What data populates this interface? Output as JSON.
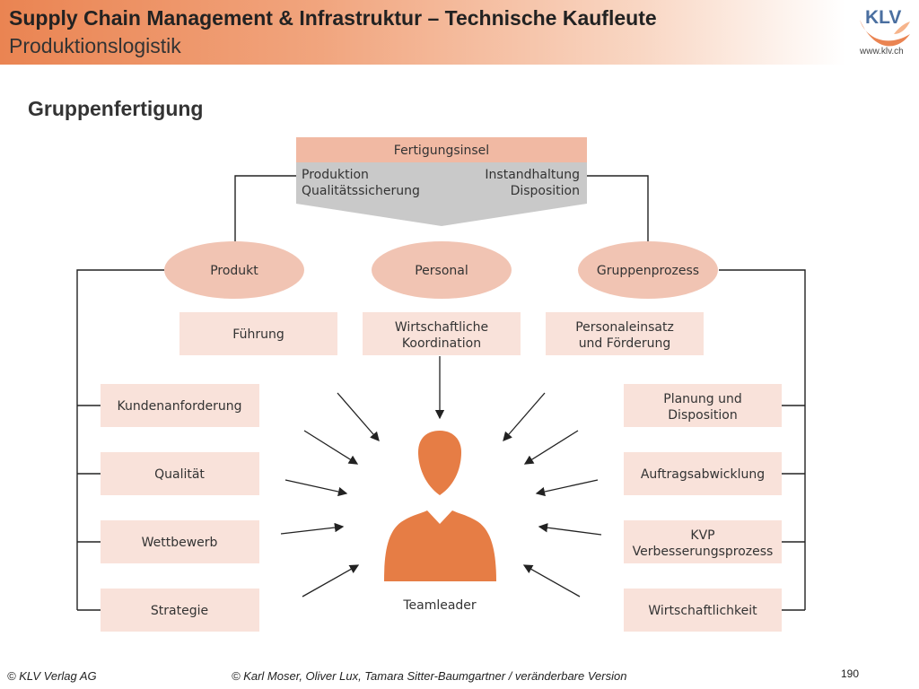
{
  "header": {
    "title": "Supply Chain Management & Infrastruktur – Technische Kaufleute",
    "subtitle": "Produktionslogistik",
    "logo_text": "KLV",
    "logo_url": "www.klv.ch"
  },
  "section_title": "Gruppenfertigung",
  "diagram": {
    "top_header": "Fertigungsinsel",
    "top_left": [
      "Produktion",
      "Qualitätssicherung"
    ],
    "top_right": [
      "Instandhaltung",
      "Disposition"
    ],
    "ellipses": [
      "Produkt",
      "Personal",
      "Gruppenprozess"
    ],
    "middle_boxes": [
      [
        "Führung"
      ],
      [
        "Wirtschaftliche",
        "Koordination"
      ],
      [
        "Personaleinsatz",
        "und Förderung"
      ]
    ],
    "left_boxes": [
      [
        "Kundenanforderung"
      ],
      [
        "Qualität"
      ],
      [
        "Wettbewerb"
      ],
      [
        "Strategie"
      ]
    ],
    "right_boxes": [
      [
        "Planung und",
        "Disposition"
      ],
      [
        "Auftragsabwicklung"
      ],
      [
        "KVP",
        "Verbesserungsprozess"
      ],
      [
        "Wirtschaftlichkeit"
      ]
    ],
    "center_label": "Teamleader"
  },
  "colors": {
    "header_accent": "#ea8452",
    "header_box": "#f1b9a3",
    "grey_panel": "#c9c9c9",
    "ellipse": "#f1c4b3",
    "box": "#f9e2da",
    "person": "#e67d45"
  },
  "footer": {
    "left": "© KLV Verlag AG",
    "center": "© Karl Moser, Oliver Lux, Tamara Sitter-Baumgartner / veränderbare Version",
    "page": "190"
  }
}
